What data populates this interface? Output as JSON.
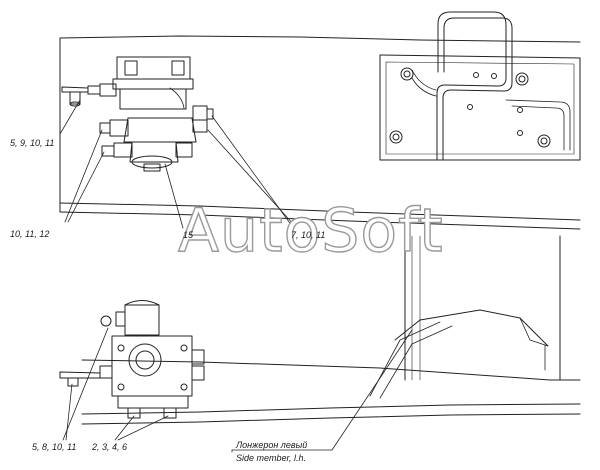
{
  "watermark": "AutoSoft",
  "callouts": {
    "c_5_9_10_11": "5, 9, 10, 11",
    "c_10_11_12": "10, 11, 12",
    "c_15": "15",
    "c_7_10_11": "7, 10, 11",
    "c_5_8_10_11": "5, 8, 10, 11",
    "c_2_3_4_6": "2, 3, 4, 6"
  },
  "side_member": {
    "label_ru": "Лонжерон левый",
    "label_en": "Side member, l.h."
  }
}
